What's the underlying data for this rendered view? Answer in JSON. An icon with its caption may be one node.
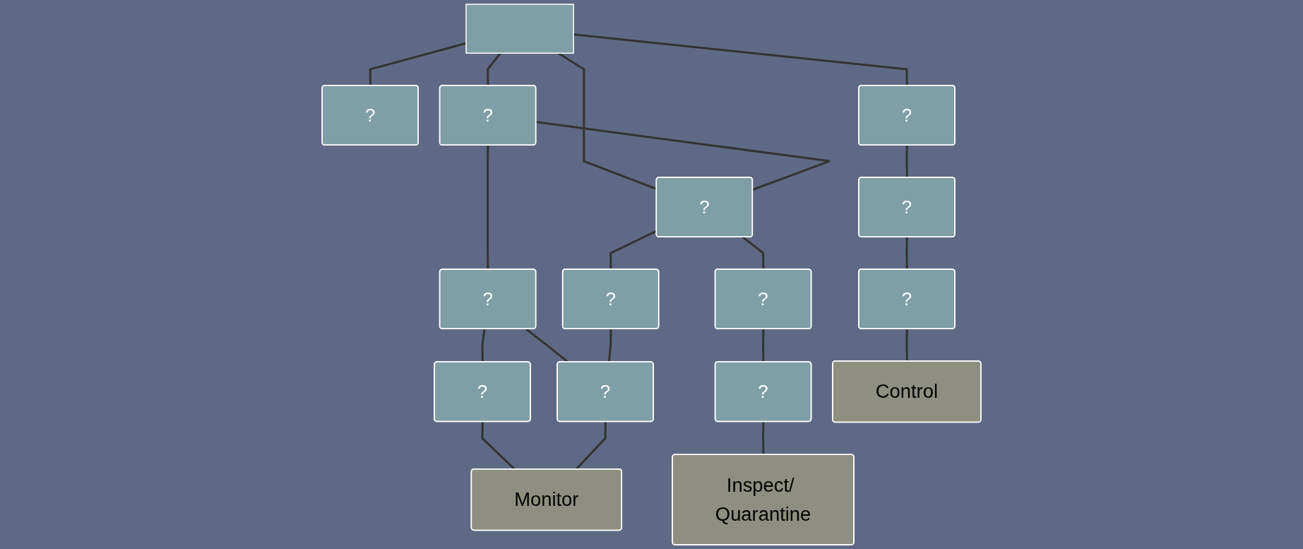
{
  "diagram": {
    "nodes": [
      {
        "text": [],
        "shape": "box"
      },
      {
        "text": [
          "?"
        ]
      },
      {
        "text": [
          "?"
        ]
      },
      {
        "text": [
          "?"
        ]
      },
      {
        "text": [
          "?"
        ]
      },
      {
        "text": [
          "?"
        ]
      },
      {
        "text": [
          "?"
        ]
      },
      {
        "text": [
          "?"
        ]
      },
      {
        "text": [
          "?"
        ]
      },
      {
        "text": [
          "?"
        ]
      },
      {
        "text": [
          "?"
        ]
      },
      {
        "text": [
          "?"
        ]
      },
      {
        "text": [
          "?"
        ]
      },
      {
        "text": [
          "Monitor"
        ]
      },
      {
        "text": [
          "Inspect/ Quarantine"
        ]
      },
      {
        "text": [
          "Control"
        ]
      }
    ],
    "edges": [
      {
        "from": 0,
        "to": 1,
        "arrow": "none"
      },
      {
        "from": 0,
        "to": 2,
        "arrow": "none"
      },
      {
        "from": 0,
        "to": 3,
        "arrow": "none"
      },
      {
        "from": 0,
        "to": 4,
        "arrow": "none"
      },
      {
        "from": 1,
        "to": 2,
        "arrow": "none"
      },
      {
        "from": 1,
        "to": 5,
        "arrow": "none"
      },
      {
        "from": 2,
        "to": 6,
        "arrow": "none"
      },
      {
        "from": 2,
        "to": 7,
        "arrow": "none"
      },
      {
        "from": 4,
        "to": 8,
        "arrow": "none"
      },
      {
        "from": 5,
        "to": 9,
        "arrow": "none"
      },
      {
        "from": 5,
        "to": 10,
        "arrow": "none"
      },
      {
        "from": 6,
        "to": 10,
        "arrow": "none"
      },
      {
        "from": 7,
        "to": 11,
        "arrow": "none"
      },
      {
        "from": 8,
        "to": 12,
        "arrow": "none"
      },
      {
        "from": 9,
        "to": 13,
        "arrow": "none"
      },
      {
        "from": 10,
        "to": 13,
        "arrow": "none"
      },
      {
        "from": 11,
        "to": 14,
        "arrow": "none"
      },
      {
        "from": 12,
        "to": 15,
        "arrow": "none"
      }
    ]
  }
}
